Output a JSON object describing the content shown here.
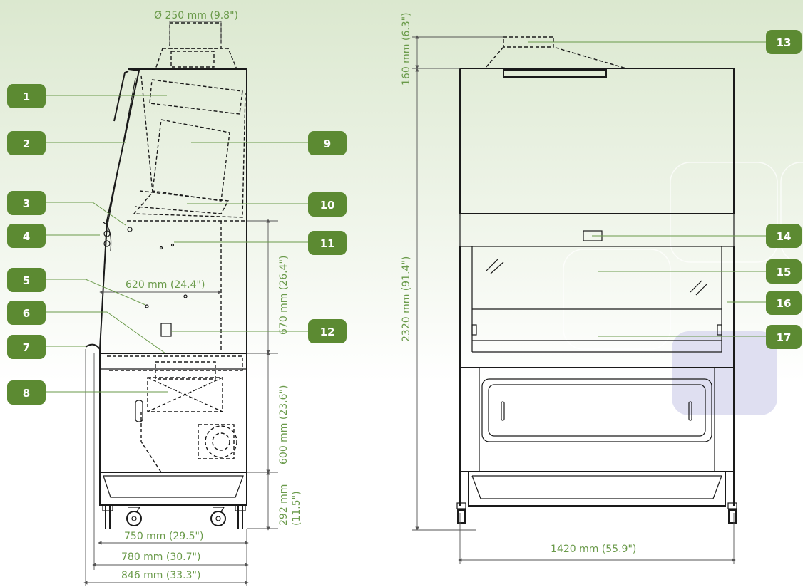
{
  "colors": {
    "badge": "#5c8a32",
    "dimension_text": "#6a9a4a",
    "accent_box": "#d9d9ee"
  },
  "badges": [
    "1",
    "2",
    "3",
    "4",
    "5",
    "6",
    "7",
    "8",
    "9",
    "10",
    "11",
    "12",
    "13",
    "14",
    "15",
    "16",
    "17"
  ],
  "dimensions": {
    "duct_diameter": "Ø 250 mm (9.8\")",
    "inner_depth": "620 mm (24.4\")",
    "front_opening_height": "670 mm (26.4\")",
    "cabinet_lower_height": "600 mm (23.6\")",
    "stand_height_mm": "292 mm",
    "stand_height_in": "(11.5\")",
    "base_depth": "750 mm (29.5\")",
    "body_depth": "780 mm (30.7\")",
    "total_depth": "846 mm (33.3\")",
    "duct_height": "160 mm (6.3\")",
    "total_height": "2320 mm (91.4\")",
    "total_width": "1420 mm (55.9\")"
  }
}
